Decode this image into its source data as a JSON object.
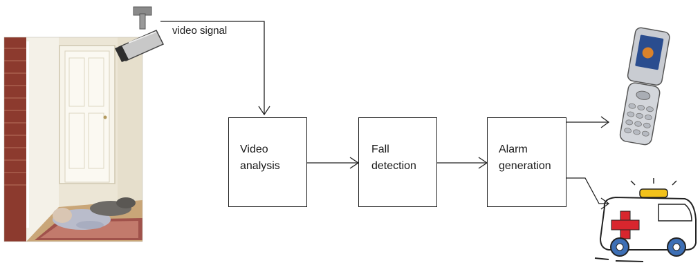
{
  "diagram": {
    "signal_label": "video signal",
    "boxes": [
      {
        "id": "video-analysis",
        "label": "Video\nanalysis"
      },
      {
        "id": "fall-detection",
        "label": "Fall\ndetection"
      },
      {
        "id": "alarm-generation",
        "label": "Alarm\ngeneration"
      }
    ],
    "illustrations": {
      "scene": "fallen-person-photo",
      "camera": "security-camera-icon",
      "phone": "flip-phone-icon",
      "ambulance": "ambulance-icon"
    },
    "colors": {
      "line": "#222222",
      "ambulance_cross": "#d8262e",
      "ambulance_light": "#f2c21b",
      "ambulance_body": "#ffffff",
      "ambulance_wheel": "#3d6fb5"
    }
  }
}
